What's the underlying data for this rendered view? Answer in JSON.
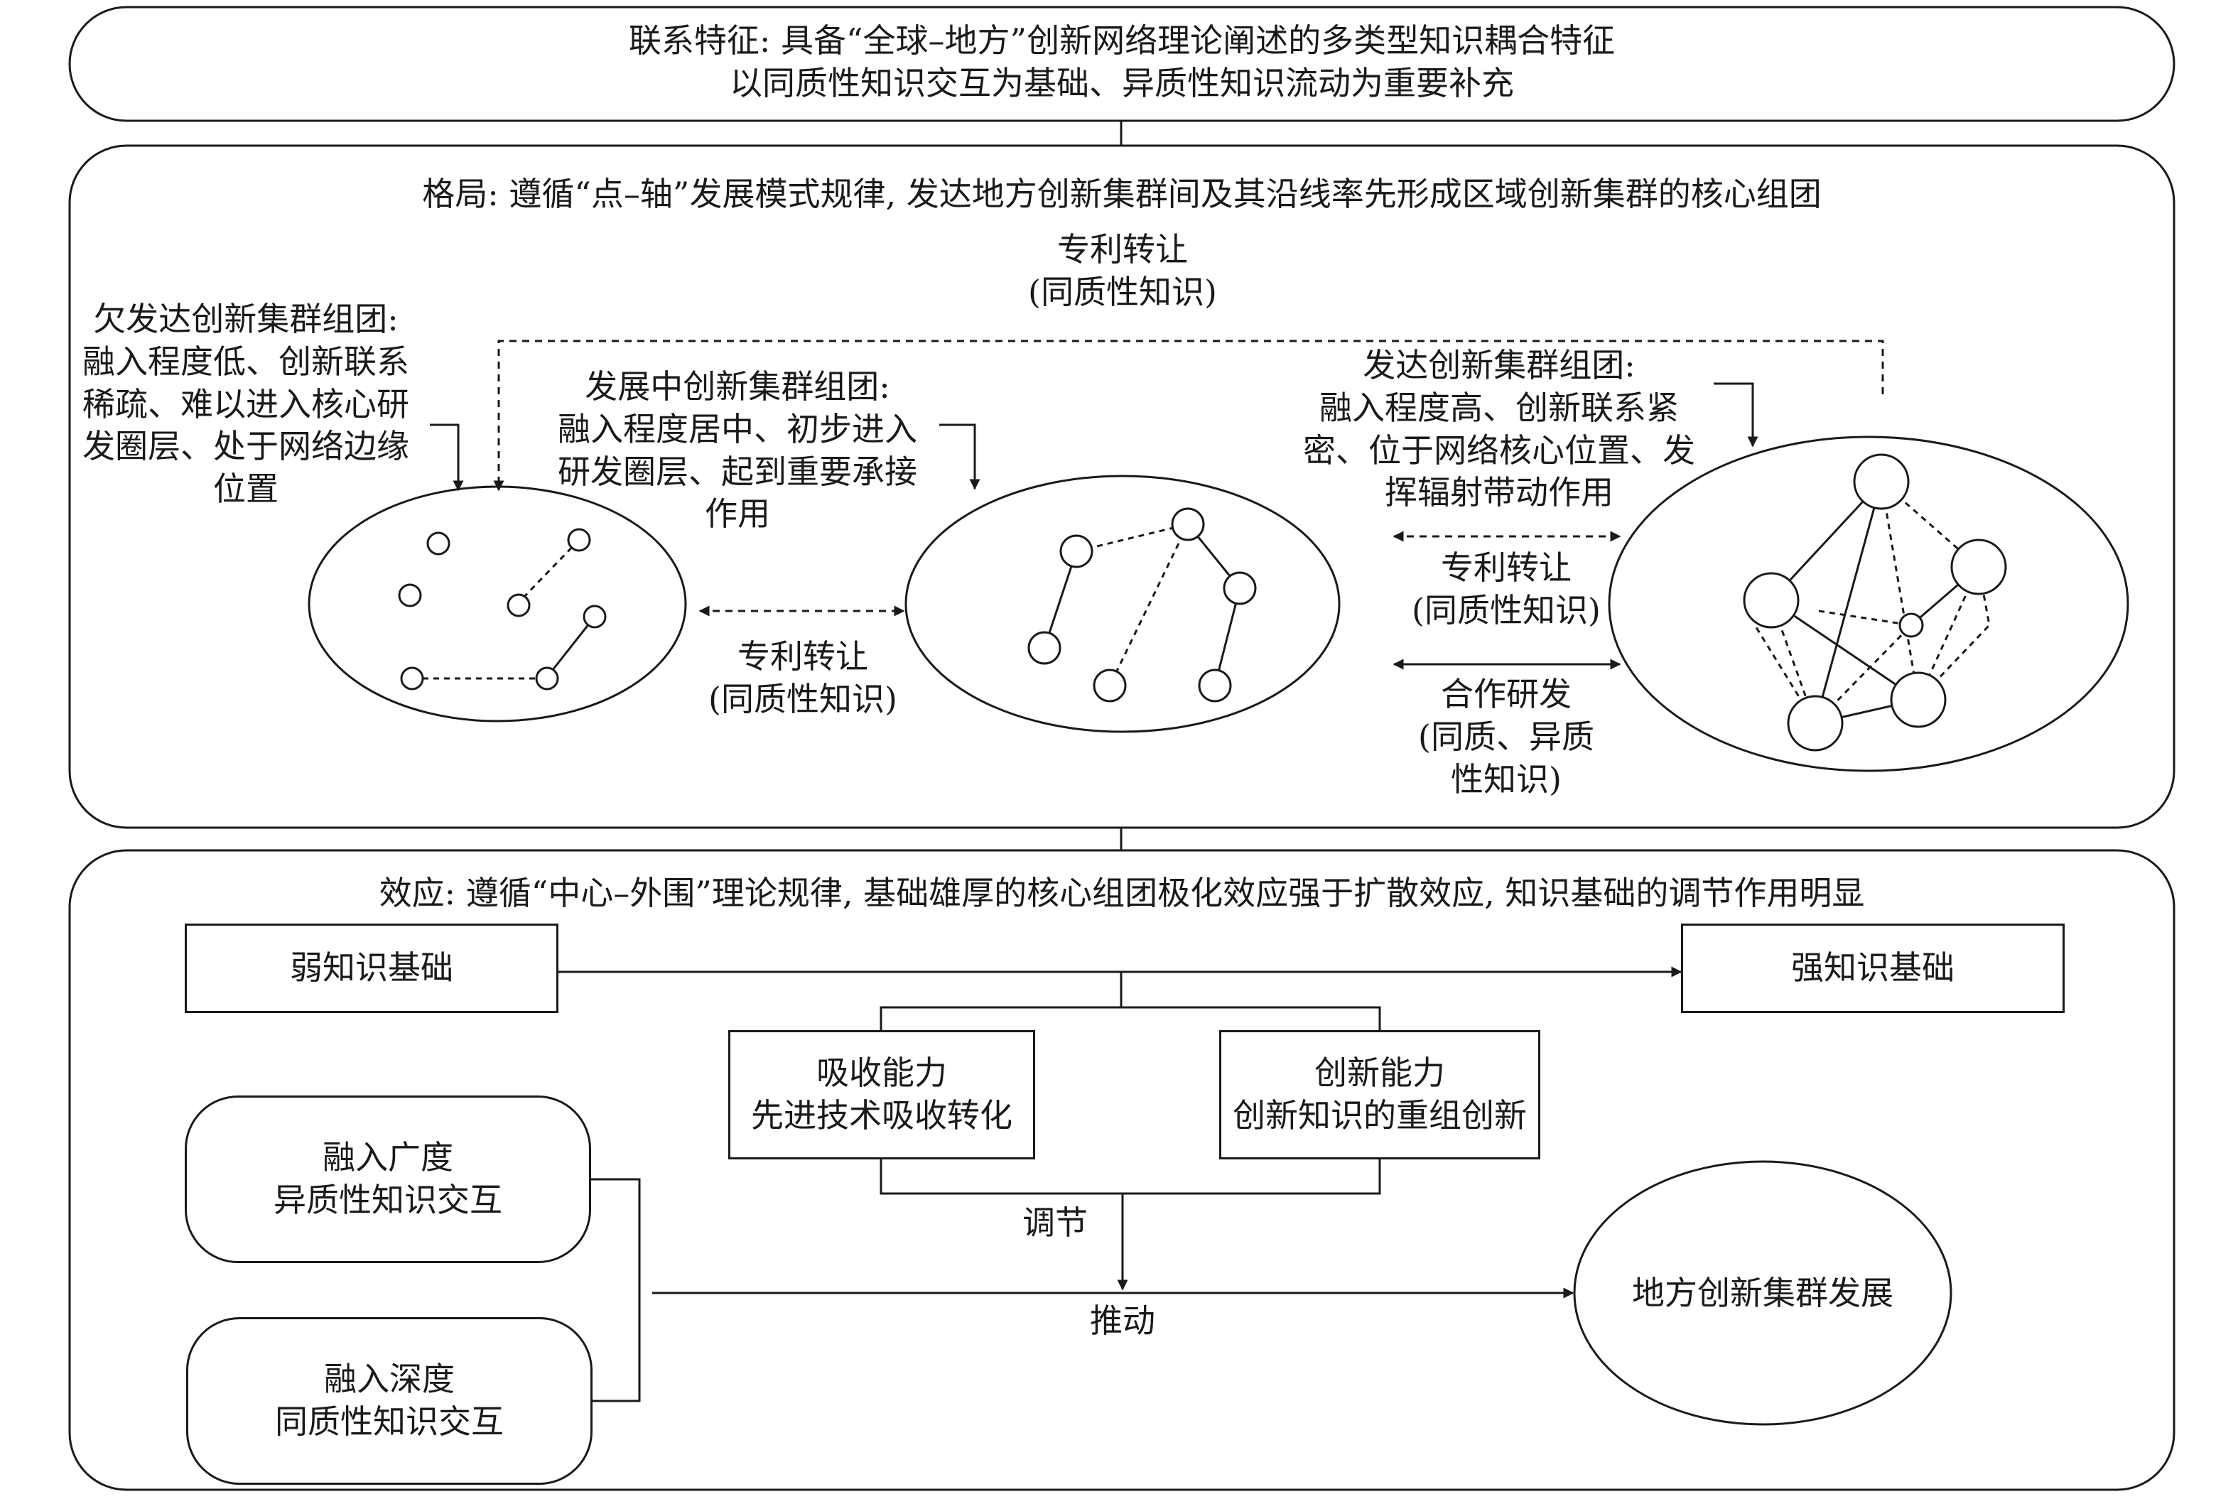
{
  "linkage": {
    "line1": "联系特征: 具备“全球–地方”创新网络理论阐述的多类型知识耦合特征",
    "line2": "以同质性知识交互为基础、异质性知识流动为重要补充"
  },
  "pattern": {
    "title": "格局: 遵循“点–轴”发展模式规律, 发达地方创新集群间及其沿线率先形成区域创新集群的核心组团",
    "top_transfer": {
      "line1": "专利转让",
      "line2": "(同质性知识)"
    },
    "under": {
      "line1": "欠发达创新集群组团:",
      "line2": "融入程度低、创新联系",
      "line3": "稀疏、难以进入核心研",
      "line4": "发圈层、处于网络边缘",
      "line5": "位置"
    },
    "developing": {
      "line1": "发展中创新集群组团:",
      "line2": "融入程度居中、初步进入",
      "line3": "研发圈层、起到重要承接",
      "line4": "作用"
    },
    "developed": {
      "line1": "发达创新集群组团:",
      "line2": "融入程度高、创新联系紧",
      "line3": "密、位于网络核心位置、发",
      "line4": "挥辐射带动作用"
    },
    "mid_transfer": {
      "line1": "专利转让",
      "line2": "(同质性知识)"
    },
    "right_transfer": {
      "line1": "专利转让",
      "line2": "(同质性知识)"
    },
    "coop": {
      "line1": "合作研发",
      "line2": "(同质、异质",
      "line3": "性知识)"
    }
  },
  "effect": {
    "title": "效应: 遵循“中心–外围”理论规律, 基础雄厚的核心组团极化效应强于扩散效应, 知识基础的调节作用明显",
    "weak": "弱知识基础",
    "strong": "强知识基础",
    "absorb": {
      "line1": "吸收能力",
      "line2": "先进技术吸收转化"
    },
    "innovate": {
      "line1": "创新能力",
      "line2": "创新知识的重组创新"
    },
    "breadth": {
      "line1": "融入广度",
      "line2": "异质性知识交互"
    },
    "depth": {
      "line1": "融入深度",
      "line2": "同质性知识交互"
    },
    "regulate": "调节",
    "drive": "推动",
    "outcome": "地方创新集群发展"
  }
}
